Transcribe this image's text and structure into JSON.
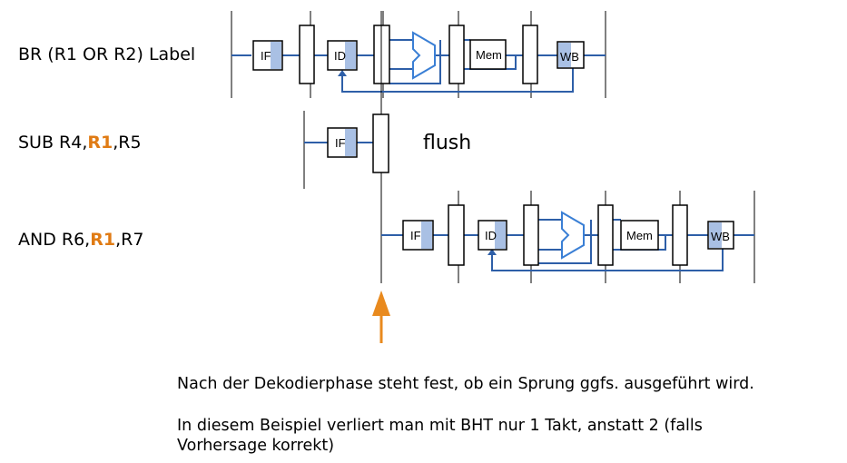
{
  "instructions": [
    {
      "parts": [
        "BR (R1 OR R2) Label"
      ]
    },
    {
      "parts": [
        "SUB R4,",
        "R1",
        ",R5"
      ]
    },
    {
      "parts": [
        "AND R6,",
        "R1",
        ",R7"
      ]
    }
  ],
  "stages": {
    "if": "IF",
    "id": "ID",
    "mem": "Mem",
    "wb": "WB"
  },
  "flush_label": "flush",
  "notes": {
    "line1": "Nach der Dekodierphase steht fest, ob ein Sprung ggfs. ausgeführt wird.",
    "line2": "In diesem Beispiel verliert man mit BHT nur 1 Takt, anstatt 2 (falls Vorhersage korrekt)"
  },
  "colors": {
    "wire": "#2e5fa8",
    "highlight": "#e07b14",
    "arrow": "#e98a1e",
    "stage_fill": "#a9c0e4",
    "alu": "#3a7fd5"
  }
}
